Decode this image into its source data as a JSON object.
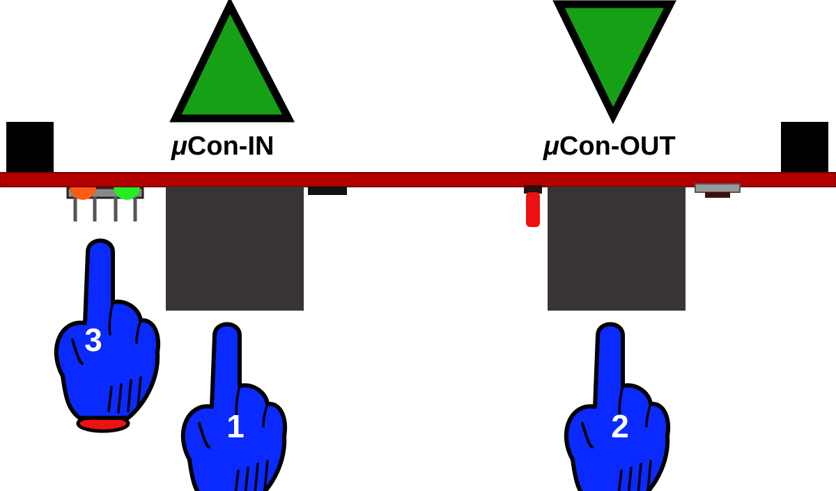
{
  "labels": {
    "in_prefix": "μ",
    "in_text": "Con-IN",
    "out_prefix": "μ",
    "out_text": "Con-OUT"
  },
  "buttons": [
    {
      "number": "1",
      "target": "μCon-IN"
    },
    {
      "number": "2",
      "target": "μCon-OUT"
    },
    {
      "number": "3",
      "target": "pin-header"
    }
  ],
  "colors": {
    "pcb": "#b30000",
    "triangle": "#16a016",
    "jack": "#383434",
    "led_orange": "#ff5a14",
    "led_green": "#22ee22",
    "hand": "#0a2aff",
    "cuff": "#ee1111"
  },
  "icons": {
    "in_arrow": "triangle-up-icon",
    "out_arrow": "triangle-down-icon",
    "pointer": "pointing-hand-icon"
  }
}
